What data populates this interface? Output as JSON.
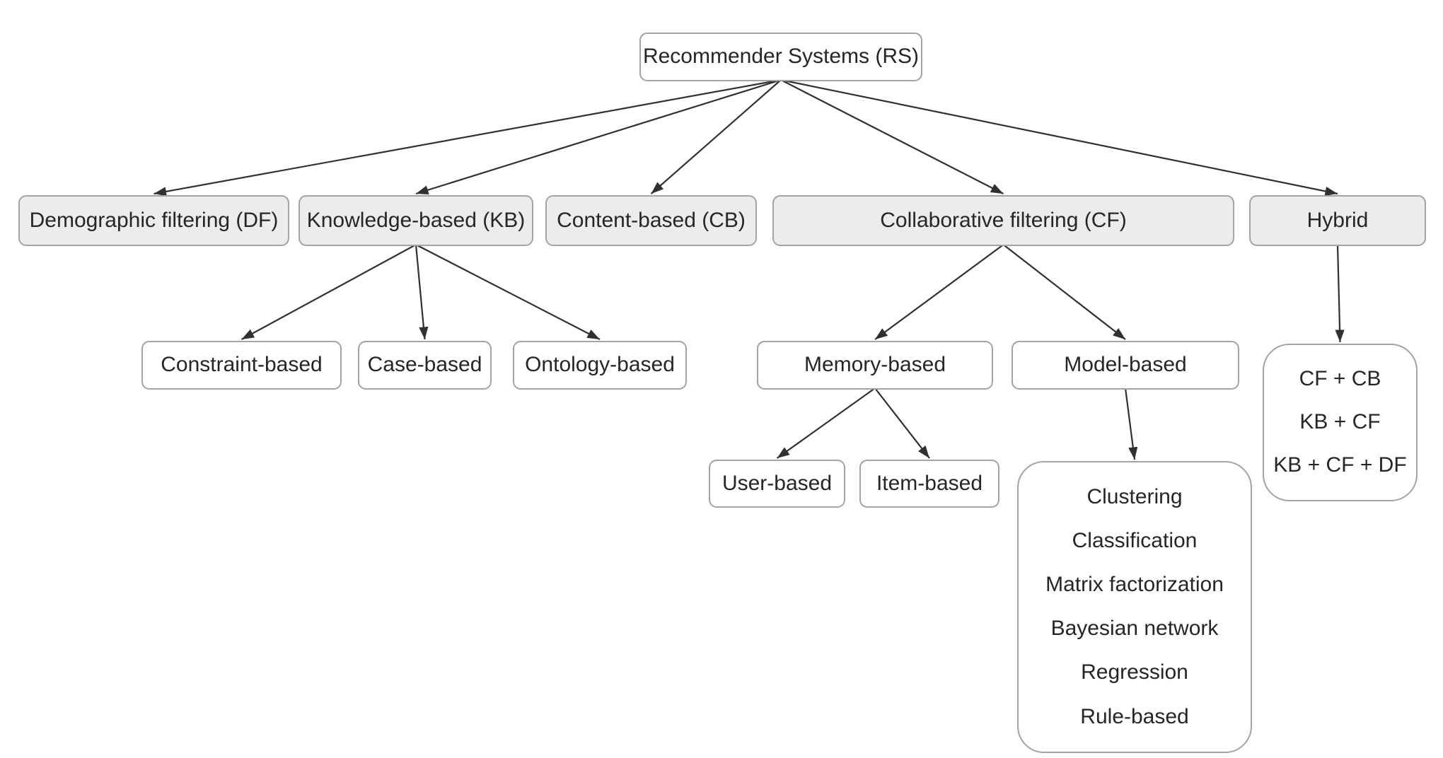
{
  "nodes": {
    "root": "Recommender Systems (RS)",
    "df": "Demographic filtering (DF)",
    "kb": "Knowledge-based (KB)",
    "cb": "Content-based (CB)",
    "cf": "Collaborative filtering (CF)",
    "hybrid": "Hybrid",
    "constraint": "Constraint-based",
    "case": "Case-based",
    "ontology": "Ontology-based",
    "memory": "Memory-based",
    "model": "Model-based",
    "user": "User-based",
    "item": "Item-based"
  },
  "model_methods": [
    "Clustering",
    "Classification",
    "Matrix factorization",
    "Bayesian network",
    "Regression",
    "Rule-based"
  ],
  "hybrid_combinations": [
    "CF + CB",
    "KB + CF",
    "KB + CF + DF"
  ],
  "edges": [
    {
      "from": "root",
      "to": "df"
    },
    {
      "from": "root",
      "to": "kb"
    },
    {
      "from": "root",
      "to": "cb"
    },
    {
      "from": "root",
      "to": "cf"
    },
    {
      "from": "root",
      "to": "hybrid"
    },
    {
      "from": "kb",
      "to": "constraint"
    },
    {
      "from": "kb",
      "to": "case"
    },
    {
      "from": "kb",
      "to": "ontology"
    },
    {
      "from": "cf",
      "to": "memory"
    },
    {
      "from": "cf",
      "to": "model"
    },
    {
      "from": "memory",
      "to": "user"
    },
    {
      "from": "memory",
      "to": "item"
    },
    {
      "from": "model",
      "to": "model_list"
    },
    {
      "from": "hybrid",
      "to": "hybrid_list"
    }
  ],
  "colors": {
    "background": "#ffffff",
    "node_border": "#a3a3a3",
    "node_fill": "#ffffff",
    "node_fill_shaded": "#ececec",
    "text": "#262626",
    "arrow": "#303030"
  }
}
